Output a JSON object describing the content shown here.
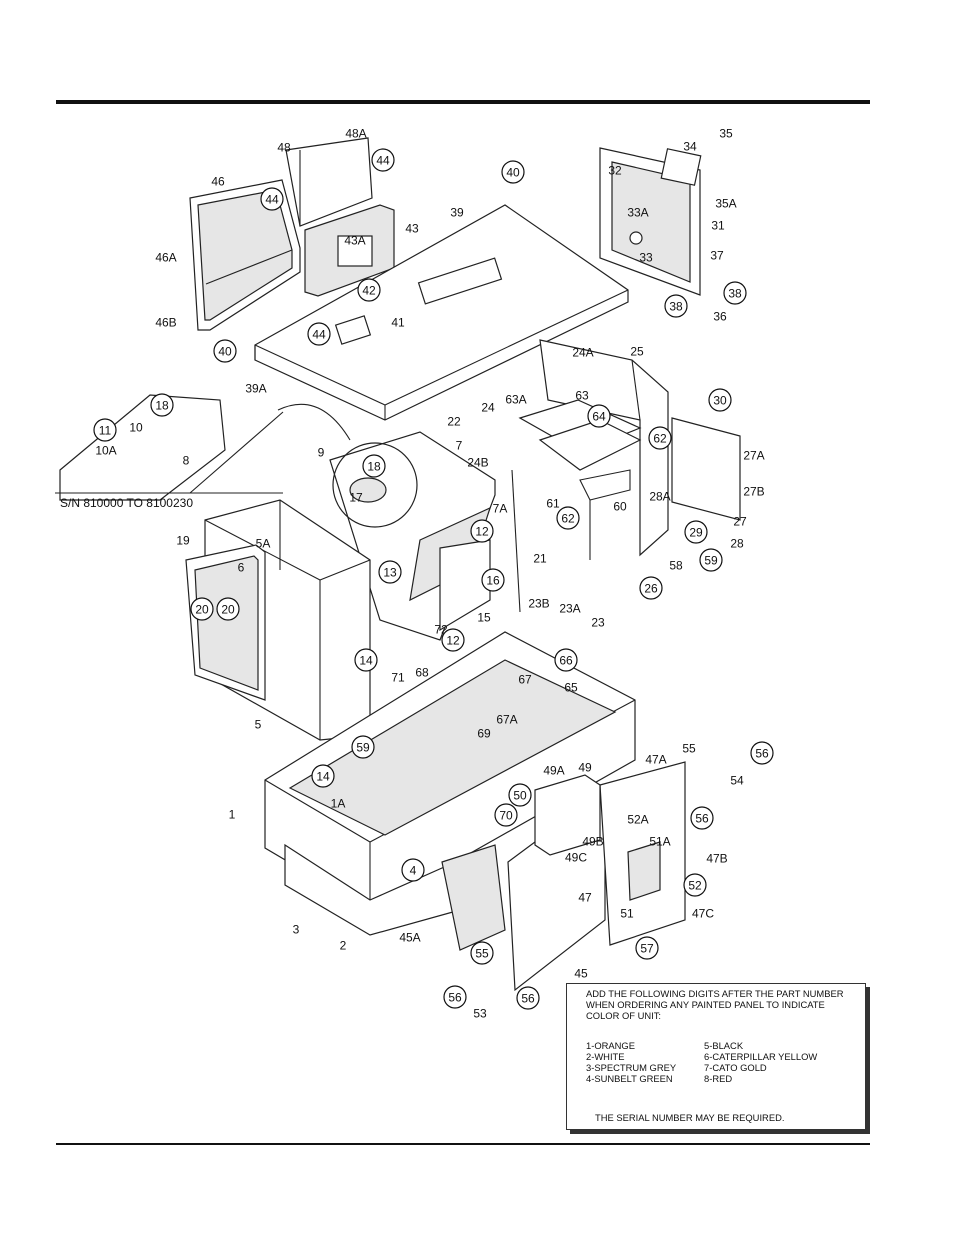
{
  "diagram": {
    "callouts": [
      {
        "id": "48",
        "circled": false
      },
      {
        "id": "48A",
        "circled": false
      },
      {
        "id": "44",
        "circled": true
      },
      {
        "id": "46",
        "circled": false
      },
      {
        "id": "46A",
        "circled": false
      },
      {
        "id": "46B",
        "circled": false
      },
      {
        "id": "43",
        "circled": false
      },
      {
        "id": "43A",
        "circled": false
      },
      {
        "id": "40",
        "circled": true
      },
      {
        "id": "39",
        "circled": false
      },
      {
        "id": "39A",
        "circled": false
      },
      {
        "id": "42",
        "circled": true
      },
      {
        "id": "41",
        "circled": false
      },
      {
        "id": "35",
        "circled": false
      },
      {
        "id": "34",
        "circled": false
      },
      {
        "id": "35A",
        "circled": false
      },
      {
        "id": "32",
        "circled": false
      },
      {
        "id": "33A",
        "circled": false
      },
      {
        "id": "31",
        "circled": false
      },
      {
        "id": "33",
        "circled": false
      },
      {
        "id": "37",
        "circled": false
      },
      {
        "id": "38",
        "circled": true
      },
      {
        "id": "36",
        "circled": false
      },
      {
        "id": "24A",
        "circled": false
      },
      {
        "id": "25",
        "circled": false
      },
      {
        "id": "63A",
        "circled": false
      },
      {
        "id": "63",
        "circled": false
      },
      {
        "id": "64",
        "circled": true
      },
      {
        "id": "62",
        "circled": true
      },
      {
        "id": "30",
        "circled": true
      },
      {
        "id": "27A",
        "circled": false
      },
      {
        "id": "27B",
        "circled": false
      },
      {
        "id": "27",
        "circled": false
      },
      {
        "id": "28A",
        "circled": false
      },
      {
        "id": "28",
        "circled": false
      },
      {
        "id": "29",
        "circled": true
      },
      {
        "id": "58",
        "circled": false
      },
      {
        "id": "59",
        "circled": true
      },
      {
        "id": "26",
        "circled": true
      },
      {
        "id": "60",
        "circled": false
      },
      {
        "id": "61",
        "circled": false
      },
      {
        "id": "24",
        "circled": false
      },
      {
        "id": "24B",
        "circled": false
      },
      {
        "id": "22",
        "circled": false
      },
      {
        "id": "7",
        "circled": false
      },
      {
        "id": "7A",
        "circled": false
      },
      {
        "id": "21",
        "circled": false
      },
      {
        "id": "23B",
        "circled": false
      },
      {
        "id": "23A",
        "circled": false
      },
      {
        "id": "23",
        "circled": false
      },
      {
        "id": "18",
        "circled": true
      },
      {
        "id": "17",
        "circled": false
      },
      {
        "id": "12",
        "circled": true
      },
      {
        "id": "16",
        "circled": true
      },
      {
        "id": "15",
        "circled": false
      },
      {
        "id": "72",
        "circled": false
      },
      {
        "id": "13",
        "circled": true
      },
      {
        "id": "71",
        "circled": false
      },
      {
        "id": "68",
        "circled": false
      },
      {
        "id": "9",
        "circled": false
      },
      {
        "id": "5A",
        "circled": false
      },
      {
        "id": "19",
        "circled": false
      },
      {
        "id": "6",
        "circled": false
      },
      {
        "id": "20",
        "circled": true
      },
      {
        "id": "14",
        "circled": true
      },
      {
        "id": "5",
        "circled": false
      },
      {
        "id": "11",
        "circled": true
      },
      {
        "id": "10",
        "circled": false
      },
      {
        "id": "10A",
        "circled": false
      },
      {
        "id": "66",
        "circled": true
      },
      {
        "id": "67",
        "circled": false
      },
      {
        "id": "65",
        "circled": false
      },
      {
        "id": "67A",
        "circled": false
      },
      {
        "id": "69",
        "circled": false
      },
      {
        "id": "1A",
        "circled": false
      },
      {
        "id": "1",
        "circled": false
      },
      {
        "id": "4",
        "circled": true
      },
      {
        "id": "3",
        "circled": false
      },
      {
        "id": "8",
        "circled": false
      },
      {
        "id": "2",
        "circled": false
      },
      {
        "id": "70",
        "circled": true
      },
      {
        "id": "50",
        "circled": true
      },
      {
        "id": "49A",
        "circled": false
      },
      {
        "id": "49",
        "circled": false
      },
      {
        "id": "49B",
        "circled": false
      },
      {
        "id": "49C",
        "circled": false
      },
      {
        "id": "47A",
        "circled": false
      },
      {
        "id": "55",
        "circled": false
      },
      {
        "id": "56",
        "circled": true
      },
      {
        "id": "54",
        "circled": false
      },
      {
        "id": "52A",
        "circled": false
      },
      {
        "id": "51A",
        "circled": false
      },
      {
        "id": "47B",
        "circled": false
      },
      {
        "id": "52",
        "circled": true
      },
      {
        "id": "47",
        "circled": false
      },
      {
        "id": "51",
        "circled": false
      },
      {
        "id": "47C",
        "circled": false
      },
      {
        "id": "57",
        "circled": true
      },
      {
        "id": "45A",
        "circled": false
      },
      {
        "id": "45",
        "circled": false
      },
      {
        "id": "53",
        "circled": false
      }
    ],
    "inset_label": "S/N 810000 TO 8100230"
  },
  "note": {
    "heading": "ADD THE FOLLOWING DIGITS AFTER THE PART NUMBER WHEN ORDERING ANY PAINTED PANEL TO INDICATE COLOR OF UNIT:",
    "colors": [
      "1-ORANGE",
      "5-BLACK",
      "2-WHITE",
      "6-CATERPILLAR YELLOW",
      "3-SPECTRUM GREY",
      "7-CATO GOLD",
      "4-SUNBELT GREEN",
      "8-RED"
    ],
    "footer": "THE SERIAL NUMBER MAY BE REQUIRED."
  }
}
